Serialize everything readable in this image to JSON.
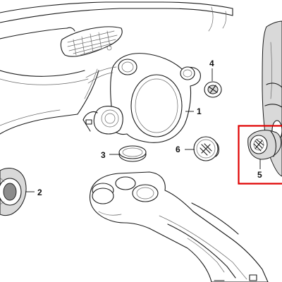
{
  "callouts": {
    "c1": "1",
    "c2": "2",
    "c3": "3",
    "c4": "4",
    "c5": "5",
    "c6": "6"
  },
  "colors": {
    "highlight_box": "#e00000",
    "line": "#1a1a1a",
    "shade": "#d9d9d9"
  }
}
